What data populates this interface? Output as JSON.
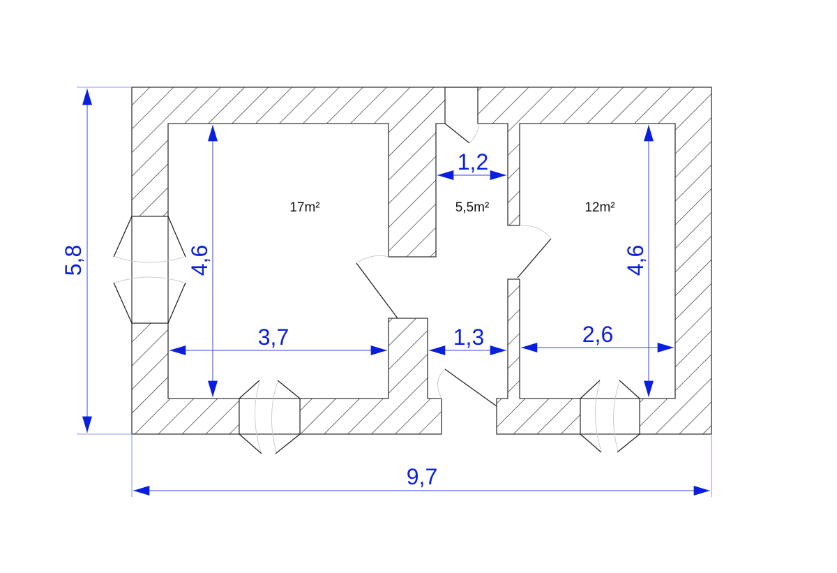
{
  "rooms": [
    {
      "label": "17m²"
    },
    {
      "label": "5,5m²"
    },
    {
      "label": "12m²"
    }
  ],
  "dimensions": {
    "total_height": "5,8",
    "left_room_height": "4,6",
    "left_room_width": "3,7",
    "corridor_top_width": "1,2",
    "corridor_bottom_width": "1,3",
    "right_room_width": "2,6",
    "right_room_height": "4,6",
    "total_width": "9,7"
  },
  "colors": {
    "dimension": "#0a1ee0",
    "wall": "#333333"
  }
}
